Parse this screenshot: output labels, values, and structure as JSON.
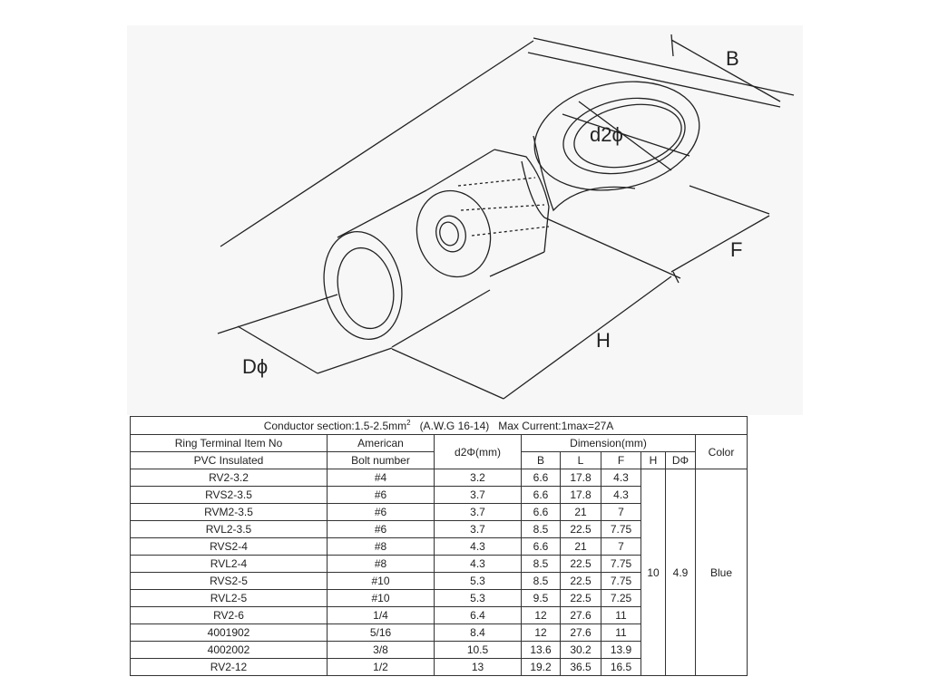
{
  "diagram": {
    "labels": {
      "b": "B",
      "f": "F",
      "h": "H",
      "d_phi": "Dϕ",
      "d2_phi": "d2ϕ"
    }
  },
  "table": {
    "caption_prefix": "Conductor section:1.5-2.5mm",
    "caption_superscript": "2",
    "caption_suffix": "   (A.W.G 16-14)   Max Current:1max=27A",
    "headers": {
      "item_no": "Ring Terminal Item No",
      "pvc_insulated": "PVC Insulated",
      "american": "American",
      "bolt_number": "Bolt number",
      "d2": "d2Φ(mm)",
      "dimension": "Dimension(mm)",
      "b": "B",
      "l": "L",
      "f": "F",
      "h": "H",
      "d": "DΦ",
      "color": "Color"
    },
    "shared": {
      "h": "10",
      "d": "4.9",
      "color": "Blue"
    },
    "rows": [
      {
        "item": "RV2-3.2",
        "bolt": "#4",
        "d2": "3.2",
        "b": "6.6",
        "l": "17.8",
        "f": "4.3"
      },
      {
        "item": "RVS2-3.5",
        "bolt": "#6",
        "d2": "3.7",
        "b": "6.6",
        "l": "17.8",
        "f": "4.3"
      },
      {
        "item": "RVM2-3.5",
        "bolt": "#6",
        "d2": "3.7",
        "b": "6.6",
        "l": "21",
        "f": "7"
      },
      {
        "item": "RVL2-3.5",
        "bolt": "#6",
        "d2": "3.7",
        "b": "8.5",
        "l": "22.5",
        "f": "7.75"
      },
      {
        "item": "RVS2-4",
        "bolt": "#8",
        "d2": "4.3",
        "b": "6.6",
        "l": "21",
        "f": "7"
      },
      {
        "item": "RVL2-4",
        "bolt": "#8",
        "d2": "4.3",
        "b": "8.5",
        "l": "22.5",
        "f": "7.75"
      },
      {
        "item": "RVS2-5",
        "bolt": "#10",
        "d2": "5.3",
        "b": "8.5",
        "l": "22.5",
        "f": "7.75"
      },
      {
        "item": "RVL2-5",
        "bolt": "#10",
        "d2": "5.3",
        "b": "9.5",
        "l": "22.5",
        "f": "7.25"
      },
      {
        "item": "RV2-6",
        "bolt": "1/4",
        "d2": "6.4",
        "b": "12",
        "l": "27.6",
        "f": "11"
      },
      {
        "item": "4001902",
        "bolt": "5/16",
        "d2": "8.4",
        "b": "12",
        "l": "27.6",
        "f": "11"
      },
      {
        "item": "4002002",
        "bolt": "3/8",
        "d2": "10.5",
        "b": "13.6",
        "l": "30.2",
        "f": "13.9"
      },
      {
        "item": "RV2-12",
        "bolt": "1/2",
        "d2": "13",
        "b": "19.2",
        "l": "36.5",
        "f": "16.5"
      }
    ]
  }
}
